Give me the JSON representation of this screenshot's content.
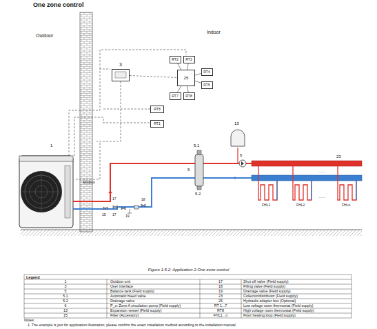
{
  "diagram": {
    "title": "One zone control",
    "caption": "Figure 1-5.2: Application 2-One zone control",
    "nodes": [
      {
        "text": [
          "RT2"
        ]
      },
      {
        "text": [
          "RT3"
        ]
      },
      {
        "text": [
          "25"
        ]
      },
      {
        "text": [
          "RT4"
        ]
      },
      {
        "text": [
          "RT5"
        ]
      },
      {
        "text": [
          "RT7"
        ]
      },
      {
        "text": [
          "RT8"
        ]
      },
      {
        "text": [
          "RT8"
        ]
      },
      {
        "text": [
          "RT1"
        ]
      },
      {
        "text": [
          "3"
        ]
      }
    ],
    "edges": [
      {
        "from": 0,
        "to": 2,
        "arrow": "none"
      },
      {
        "from": 1,
        "to": 2,
        "arrow": "none"
      },
      {
        "from": 3,
        "to": 2,
        "arrow": "none"
      },
      {
        "from": 4,
        "to": 2,
        "arrow": "none"
      },
      {
        "from": 5,
        "to": 2,
        "arrow": "none"
      },
      {
        "from": 6,
        "to": 2,
        "arrow": "none"
      },
      {
        "from": 9,
        "to": 2,
        "arrow": "none"
      }
    ],
    "labels": [
      "Outdoor",
      "Indoor",
      "1",
      "13",
      "5.1",
      "6",
      "5",
      "5.2",
      "23",
      "Modbus",
      "17",
      "15",
      "17",
      "19",
      "18",
      "FHL1",
      "FHL2",
      "·····",
      "FHLn",
      "·····",
      "Legend",
      "1",
      "Outdoor unit",
      "17",
      "Shut-off valve (Field supply)",
      "3",
      "User interface",
      "18",
      "Filling valve (Field supply)",
      "5",
      "Balance tank (Field supply)",
      "19",
      "Drainage valve (Field supply)",
      "5.1",
      "Automatic bleed valve",
      "23",
      "Collector/distributor (Field supply)",
      "5.2",
      "Drainage valve",
      "25",
      "Hydraulic adapter box (Optional)",
      "6",
      "P_o: Zone A circulation pump (Field supply)",
      "RT 1...7",
      "Low voltage room thermostat (Field supply)",
      "13",
      "Expansion vessel (Field supply)",
      "RT8",
      "High voltage room thermostat (Field supply)",
      "15",
      "Filter (Accessory)",
      "FHL1...n",
      "Floor heating loop (Field supply)",
      "Notes:",
      "1.   The example is just for application illustration; please confirm the exact installation method according to the installation manual."
    ]
  }
}
